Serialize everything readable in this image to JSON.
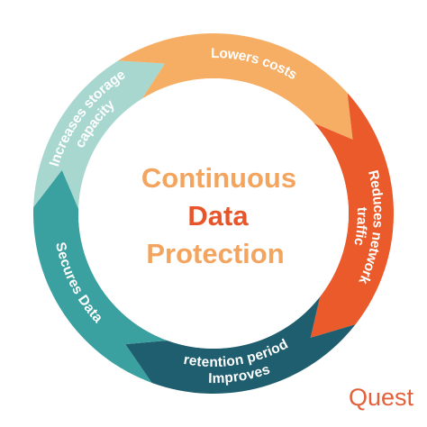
{
  "center": {
    "lines": [
      {
        "text": "Continuous",
        "color": "#f3a55f"
      },
      {
        "text": "Data",
        "color": "#e9552b"
      },
      {
        "text": "Protection",
        "color": "#f3a55f"
      }
    ]
  },
  "cycle": [
    {
      "key": "lowers",
      "lines": [
        "Lowers costs"
      ],
      "color": "#f6ae64"
    },
    {
      "key": "reduces",
      "lines": [
        "Reduces network",
        "traffic"
      ],
      "color": "#ea5a2a"
    },
    {
      "key": "improves",
      "lines": [
        "Improves",
        "retention period"
      ],
      "color": "#1e5e6e"
    },
    {
      "key": "secures",
      "lines": [
        "Secures Data"
      ],
      "color": "#3aa0a0"
    },
    {
      "key": "increases",
      "lines": [
        "Increases storage",
        "capacity"
      ],
      "color": "#a7d7cf"
    }
  ],
  "brand": {
    "name": "Quest",
    "color": "#e2613a"
  }
}
